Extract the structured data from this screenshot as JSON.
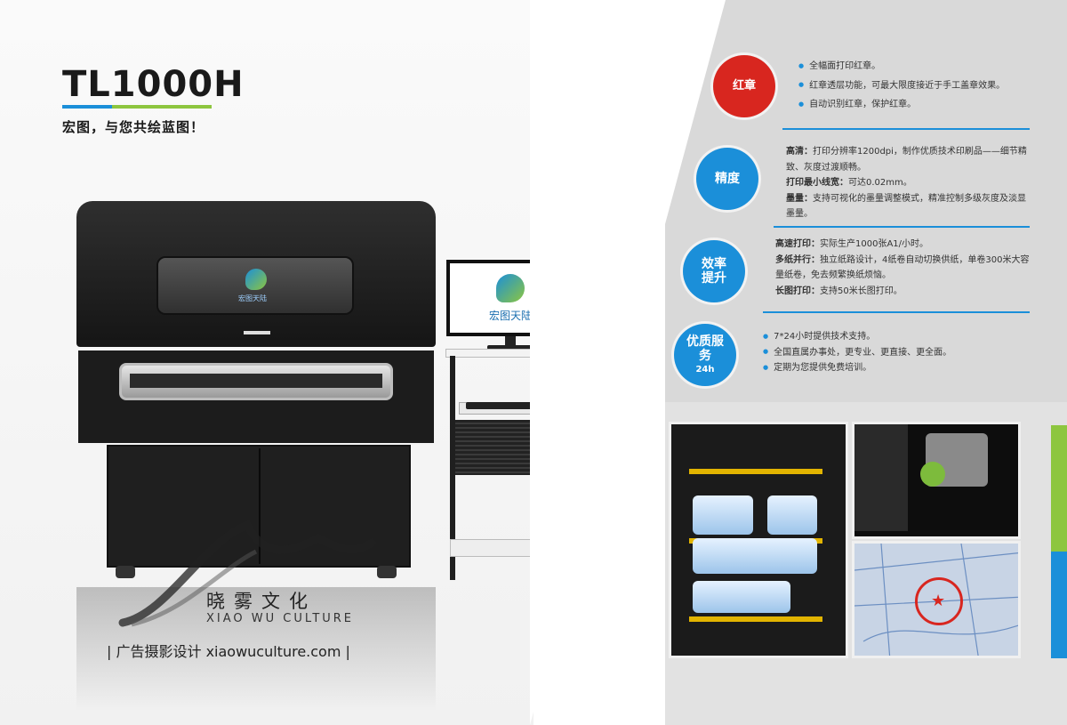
{
  "left": {
    "model": "TL1000H",
    "slogan": "宏图，与您共绘蓝图！",
    "machine_logo": "宏图天陆",
    "monitor_logo": "宏图天陆",
    "watermark": {
      "cn": "晓雾文化",
      "en": "XIAO WU CULTURE",
      "line": "| 广告摄影设计 xiaowuculture.com |"
    }
  },
  "right": {
    "sections": [
      {
        "icon_label": "红章",
        "color": "#d8261f",
        "items": [
          "全幅面打印红章。",
          "红章透层功能，可最大限度接近于手工盖章效果。",
          "自动识别红章，保护红章。"
        ]
      },
      {
        "icon_label": "精度",
        "color": "#1b8fd9",
        "items": [
          {
            "label": "高清：",
            "text": "打印分辨率1200dpi，制作优质技术印刷品——细节精致、灰度过渡顺畅。"
          },
          {
            "label": "打印最小线宽：",
            "text": "可达0.02mm。"
          },
          {
            "label": "墨量：",
            "text": "支持可视化的墨量调整模式，精准控制多级灰度及淡显墨量。"
          }
        ]
      },
      {
        "icon_label": "效率提升",
        "color": "#1b8fd9",
        "items": [
          {
            "label": "高速打印：",
            "text": "实际生产1000张A1/小时。"
          },
          {
            "label": "多纸并行：",
            "text": "独立纸路设计，4纸卷自动切换供纸，单卷300米大容量纸卷，免去频繁换纸烦恼。"
          },
          {
            "label": "长图打印：",
            "text": "支持50米长图打印。"
          }
        ]
      },
      {
        "icon_label": "优质服务",
        "icon_sub": "24h",
        "color": "#1b8fd9",
        "items": [
          "7*24小时提供技术支持。",
          "全国直属办事处，更专业、更直接、更全面。",
          "定期为您提供免费培训。"
        ]
      }
    ]
  }
}
